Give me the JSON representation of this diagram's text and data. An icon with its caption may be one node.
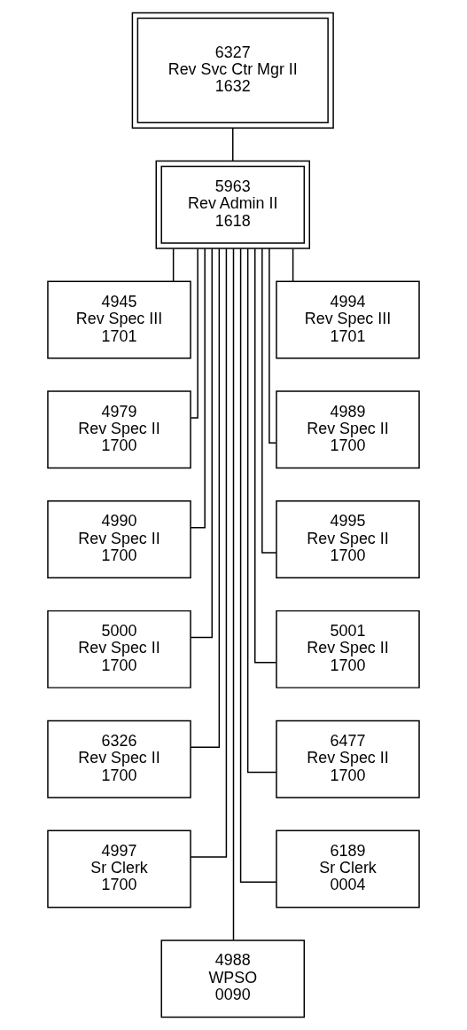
{
  "diagram": {
    "nodes": [
      {
        "text": [
          "6327",
          "Rev Svc Ctr Mgr II",
          "1632"
        ]
      },
      {
        "text": [
          "5963",
          "Rev Admin II",
          "1618"
        ]
      },
      {
        "text": [
          "4945",
          "Rev Spec III",
          "1701"
        ]
      },
      {
        "text": [
          "4994",
          "Rev Spec III",
          "1701"
        ]
      },
      {
        "text": [
          "4979",
          "Rev Spec II",
          "1700"
        ]
      },
      {
        "text": [
          "4989",
          "Rev Spec II",
          "1700"
        ]
      },
      {
        "text": [
          "4990",
          "Rev Spec II",
          "1700"
        ]
      },
      {
        "text": [
          "4995",
          "Rev Spec II",
          "1700"
        ]
      },
      {
        "text": [
          "5000",
          "Rev Spec II",
          "1700"
        ]
      },
      {
        "text": [
          "5001",
          "Rev Spec II",
          "1700"
        ]
      },
      {
        "text": [
          "6326",
          "Rev Spec II",
          "1700"
        ]
      },
      {
        "text": [
          "6477",
          "Rev Spec II",
          "1700"
        ]
      },
      {
        "text": [
          "4997",
          "Sr Clerk",
          "1700"
        ]
      },
      {
        "text": [
          "6189",
          "Sr Clerk",
          "0004"
        ]
      },
      {
        "text": [
          "4988",
          "WPSO",
          "0090"
        ]
      }
    ],
    "edges": [
      {
        "from": 0,
        "to": 1,
        "arrow": "none"
      },
      {
        "from": 1,
        "to": 2,
        "arrow": "none"
      },
      {
        "from": 1,
        "to": 3,
        "arrow": "none"
      },
      {
        "from": 1,
        "to": 4,
        "arrow": "none"
      },
      {
        "from": 1,
        "to": 5,
        "arrow": "none"
      },
      {
        "from": 1,
        "to": 6,
        "arrow": "none"
      },
      {
        "from": 1,
        "to": 7,
        "arrow": "none"
      },
      {
        "from": 1,
        "to": 8,
        "arrow": "none"
      },
      {
        "from": 1,
        "to": 9,
        "arrow": "none"
      },
      {
        "from": 1,
        "to": 10,
        "arrow": "none"
      },
      {
        "from": 1,
        "to": 11,
        "arrow": "none"
      },
      {
        "from": 1,
        "to": 12,
        "arrow": "none"
      },
      {
        "from": 1,
        "to": 13,
        "arrow": "none"
      },
      {
        "from": 1,
        "to": 14,
        "arrow": "none"
      }
    ]
  }
}
